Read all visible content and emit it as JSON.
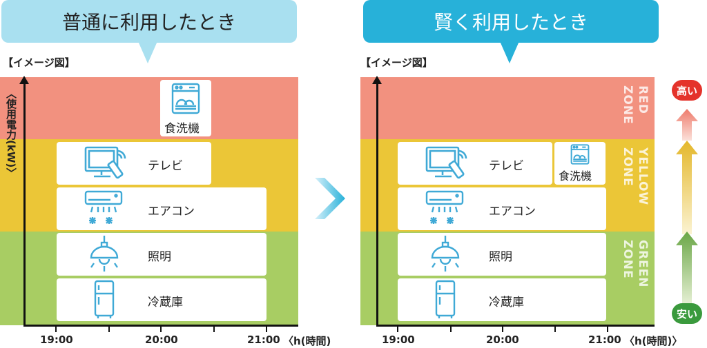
{
  "left_panel": {
    "title": "普通に利用したとき",
    "image_label": "【イメージ図】",
    "y_axis_label": "〈使用電力(kW)〉",
    "appliances": {
      "dishwasher": "食洗機",
      "tv": "テレビ",
      "aircon": "エアコン",
      "light": "照明",
      "fridge": "冷蔵庫"
    },
    "time_labels": [
      "19:00",
      "20:00",
      "21:00"
    ],
    "x_unit": "〈h(時間)"
  },
  "right_panel": {
    "title": "賢く利用したとき",
    "image_label": "【イメージ図】",
    "appliances": {
      "dishwasher": "食洗機",
      "tv": "テレビ",
      "aircon": "エアコン",
      "light": "照明",
      "fridge": "冷蔵庫"
    },
    "time_labels": [
      "19:00",
      "20:00",
      "21:00"
    ],
    "x_unit": "〈h(時間)〉",
    "zones": {
      "red": "RED ZONE",
      "yellow": "YELLOW ZONE",
      "green": "GREEN ZONE"
    }
  },
  "level": {
    "high": "高い",
    "low": "安い"
  },
  "colors": {
    "red_zone": "#f2917f",
    "yellow_zone": "#ebc637",
    "green_zone": "#a8cd63",
    "icon_blue": "#3fa9d6",
    "bubble_light": "#a9e0f0",
    "bubble_dark": "#27b1d9"
  }
}
